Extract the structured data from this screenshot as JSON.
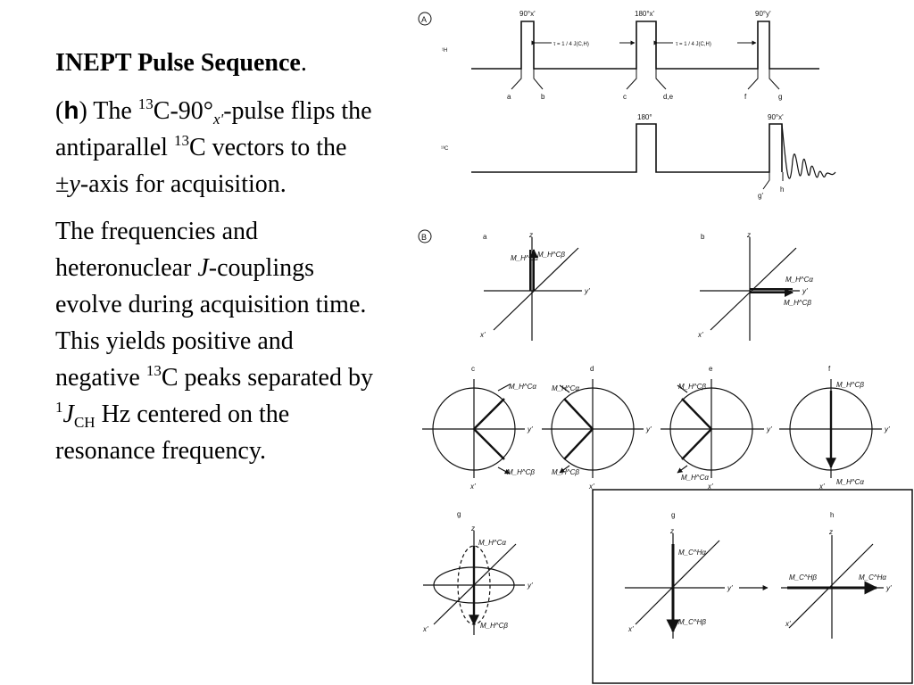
{
  "slide": {
    "title": "INEPT Pulse Sequence",
    "title_period": ".",
    "para1": {
      "label": "h",
      "t1": "The ",
      "sup1": "13",
      "t2": "C-90",
      "deg": "°",
      "sub_x": "x'",
      "t3": "-pulse flips the antiparallel ",
      "sup2": "13",
      "t4": "C vectors to the ±",
      "y": "y",
      "t5": "-axis for acquisition."
    },
    "para2": {
      "t1": "The frequencies and heteronuclear ",
      "J": "J",
      "t2": "-couplings evolve during acquisition time. This yields positive and negative ",
      "sup1": "13",
      "t3": "C peaks separated by ",
      "sup2": "1",
      "J2": "J",
      "sub": "CH",
      "t4": " Hz centered on the resonance frequency."
    }
  },
  "figure": {
    "panel_a": {
      "marker": "A",
      "h_channel": "¹H",
      "c_channel": "¹³C",
      "h_pulses": [
        "90°x'",
        "180°x'",
        "90°y'"
      ],
      "c_pulses": [
        "180°",
        "90°x'"
      ],
      "tau_label": "τ = 1 / 4 J(C,H)",
      "h_timepoints": [
        "a",
        "b",
        "c",
        "d,e",
        "f",
        "g"
      ],
      "c_timepoints": [
        "g'",
        "h"
      ]
    },
    "panel_b": {
      "marker": "B",
      "subpanels": [
        "a",
        "b",
        "c",
        "d",
        "e",
        "f",
        "g",
        "g",
        "h"
      ],
      "axes": [
        "z",
        "y'",
        "x'"
      ],
      "vectors_h": [
        "M_H^Cα",
        "M_H^Cβ"
      ],
      "vectors_c": [
        "M_C^Hα",
        "M_C^Hβ"
      ]
    }
  }
}
